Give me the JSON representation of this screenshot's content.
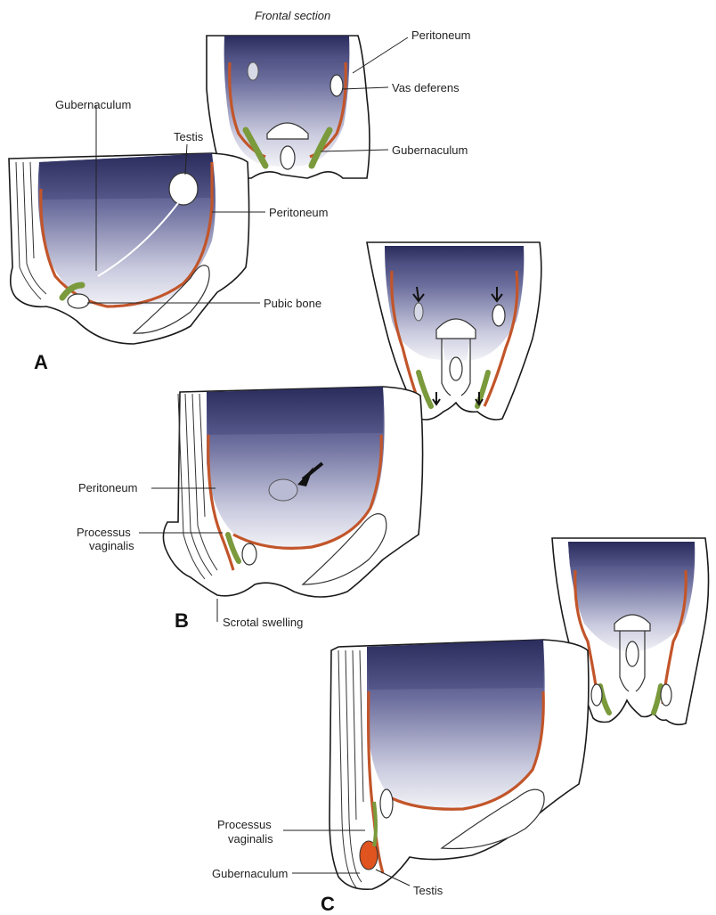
{
  "colors": {
    "peritoneum": "#c2552a",
    "gubernaculum": "#7a9a3c",
    "cavity_dark": "#3a3c70",
    "cavity_light": "#e8e9f2",
    "testis_c": "#e0541f",
    "outline": "#1a1a1a"
  },
  "frontal_section": {
    "title": "Frontal section",
    "labels": {
      "peritoneum": "Peritoneum",
      "vas_deferens": "Vas deferens",
      "gubernaculum": "Gubernaculum"
    }
  },
  "panel_a": {
    "letter": "A",
    "labels": {
      "gubernaculum": "Gubernaculum",
      "testis": "Testis",
      "peritoneum": "Peritoneum",
      "pubic_bone": "Pubic bone"
    }
  },
  "panel_b": {
    "letter": "B",
    "labels": {
      "peritoneum": "Peritoneum",
      "processus_vaginalis_1": "Processus",
      "processus_vaginalis_2": "vaginalis",
      "scrotal_swelling": "Scrotal swelling"
    }
  },
  "panel_c": {
    "letter": "C",
    "labels": {
      "processus_vaginalis_1": "Processus",
      "processus_vaginalis_2": "vaginalis",
      "gubernaculum": "Gubernaculum",
      "testis": "Testis"
    }
  }
}
